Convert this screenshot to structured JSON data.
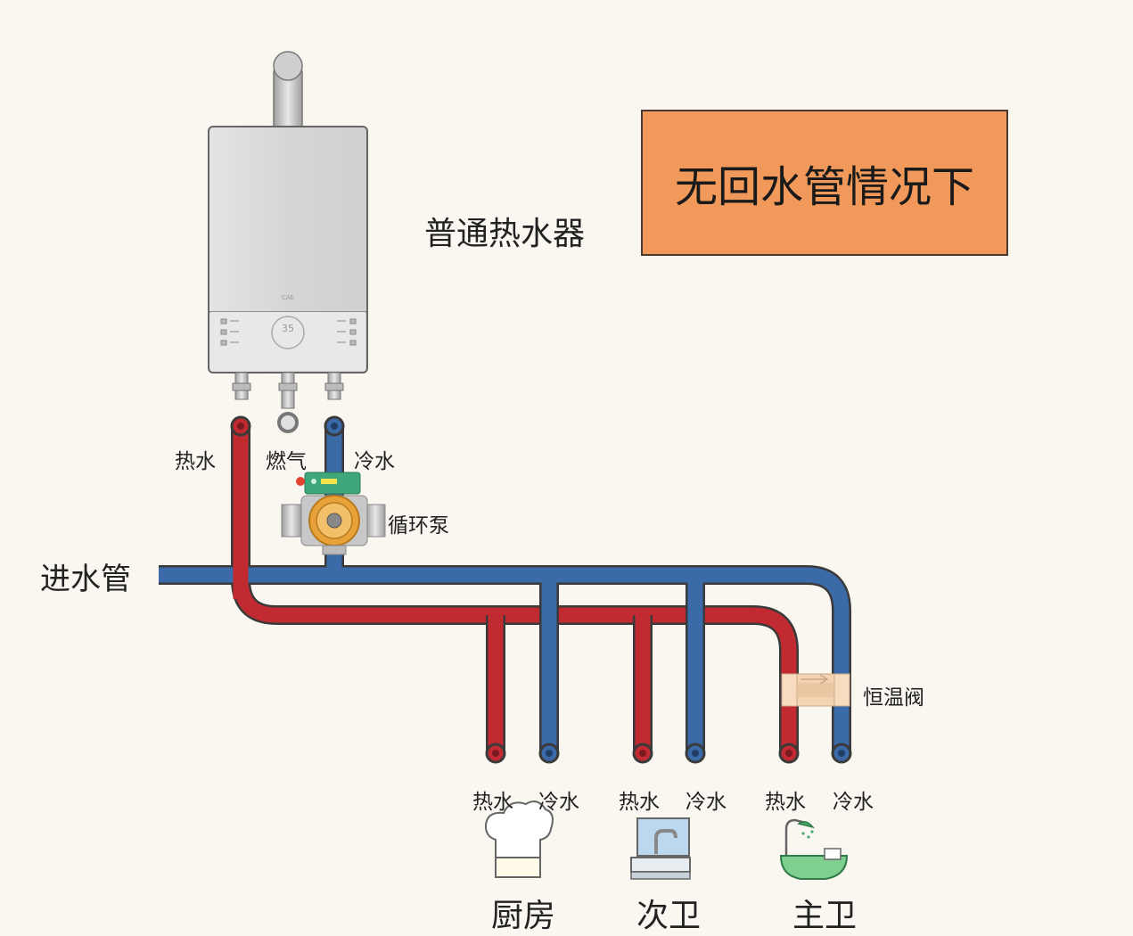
{
  "title": "无回水管情况下",
  "heater_label": "普通热水器",
  "heater_display": "35",
  "heater_brand": "CAE",
  "outlets": {
    "hot": "热水",
    "gas": "燃气",
    "cold": "冷水"
  },
  "pump_label": "循环泵",
  "inlet_label": "进水管",
  "valve_label": "恒温阀",
  "fixtures": [
    {
      "hot": "热水",
      "cold": "冷水",
      "room": "厨房",
      "icon": "chef-hat-icon"
    },
    {
      "hot": "热水",
      "cold": "冷水",
      "room": "次卫",
      "icon": "sink-icon"
    },
    {
      "hot": "热水",
      "cold": "冷水",
      "room": "主卫",
      "icon": "bathtub-icon"
    }
  ],
  "colors": {
    "hot_pipe": "#c22a31",
    "cold_pipe": "#3a6aa8",
    "title_bg": "#f0995a",
    "background": "#faf7f0"
  }
}
